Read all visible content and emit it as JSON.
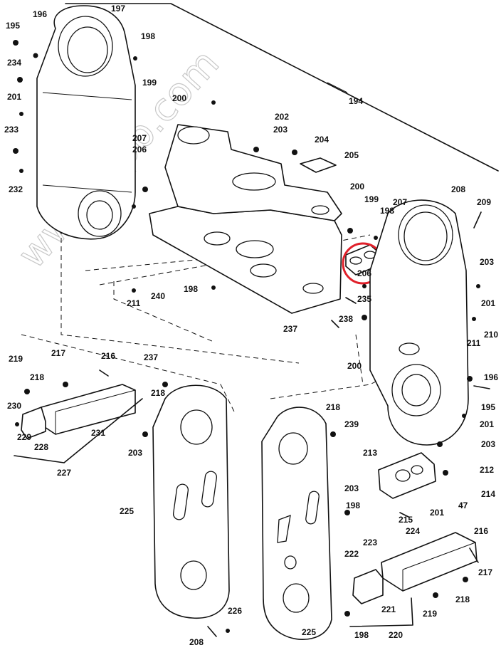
{
  "watermark": "www.trpb.com",
  "highlight_color": "#e0202a",
  "highlighted_part": "206",
  "callouts": [
    "195",
    "196",
    "197",
    "198",
    "234",
    "201",
    "199",
    "200",
    "233",
    "207",
    "206",
    "232",
    "202",
    "203",
    "204",
    "205",
    "194",
    "200",
    "199",
    "198",
    "207",
    "208",
    "209",
    "203",
    "201",
    "210",
    "211",
    "196",
    "195",
    "201",
    "203",
    "212",
    "213",
    "214",
    "47",
    "201",
    "215",
    "216",
    "217",
    "218",
    "219",
    "221",
    "220",
    "222",
    "223",
    "224",
    "198",
    "203",
    "239",
    "218",
    "225",
    "226",
    "208",
    "225",
    "198",
    "237",
    "218",
    "203",
    "216",
    "217",
    "218",
    "219",
    "230",
    "229",
    "228",
    "231",
    "227",
    "211",
    "240",
    "198",
    "237",
    "238",
    "235",
    "206",
    "200"
  ]
}
